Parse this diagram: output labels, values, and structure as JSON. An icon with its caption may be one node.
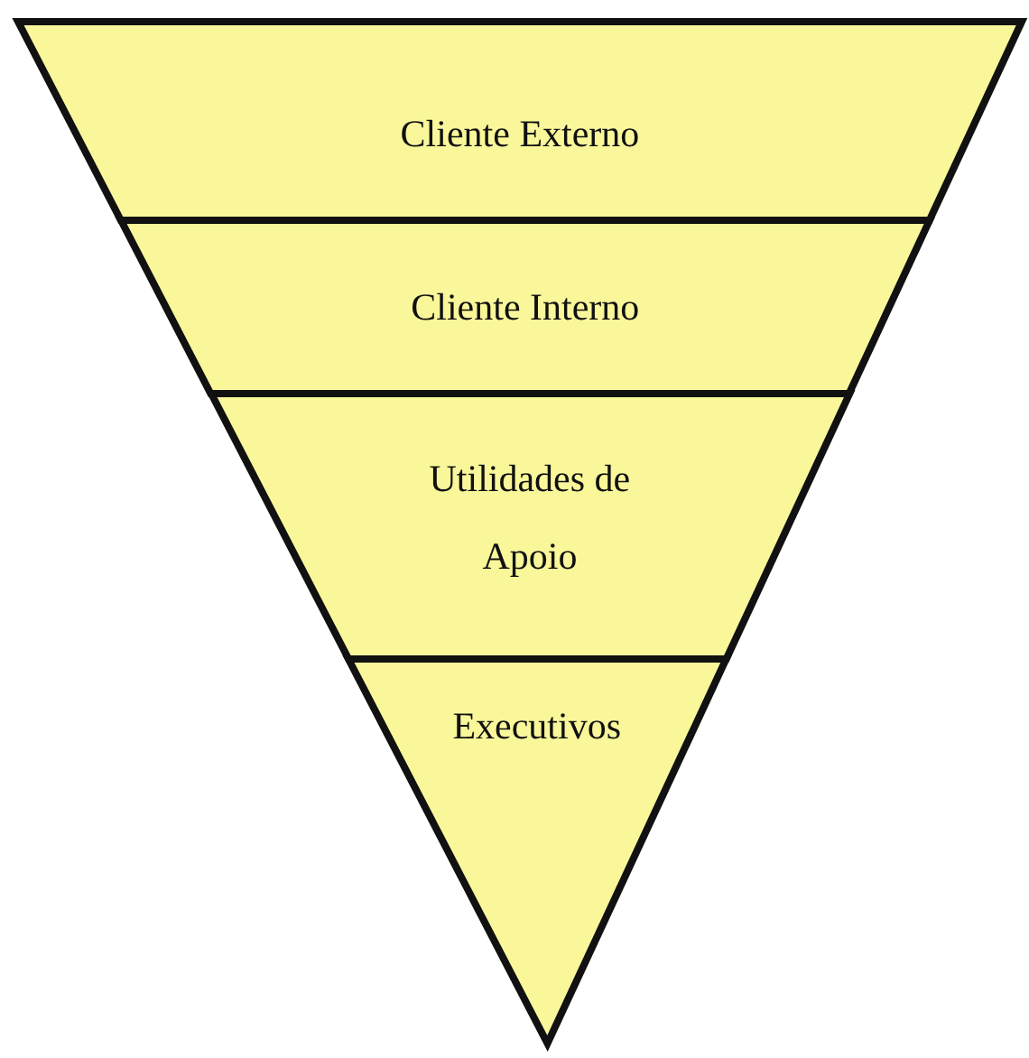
{
  "diagram": {
    "nodes": [
      {
        "text": [
          "Cliente Externo"
        ]
      },
      {
        "text": [
          "Cliente Interno"
        ]
      },
      {
        "text": [
          "Utilidades de Apoio"
        ]
      },
      {
        "text": [
          "Executivos"
        ]
      }
    ]
  }
}
